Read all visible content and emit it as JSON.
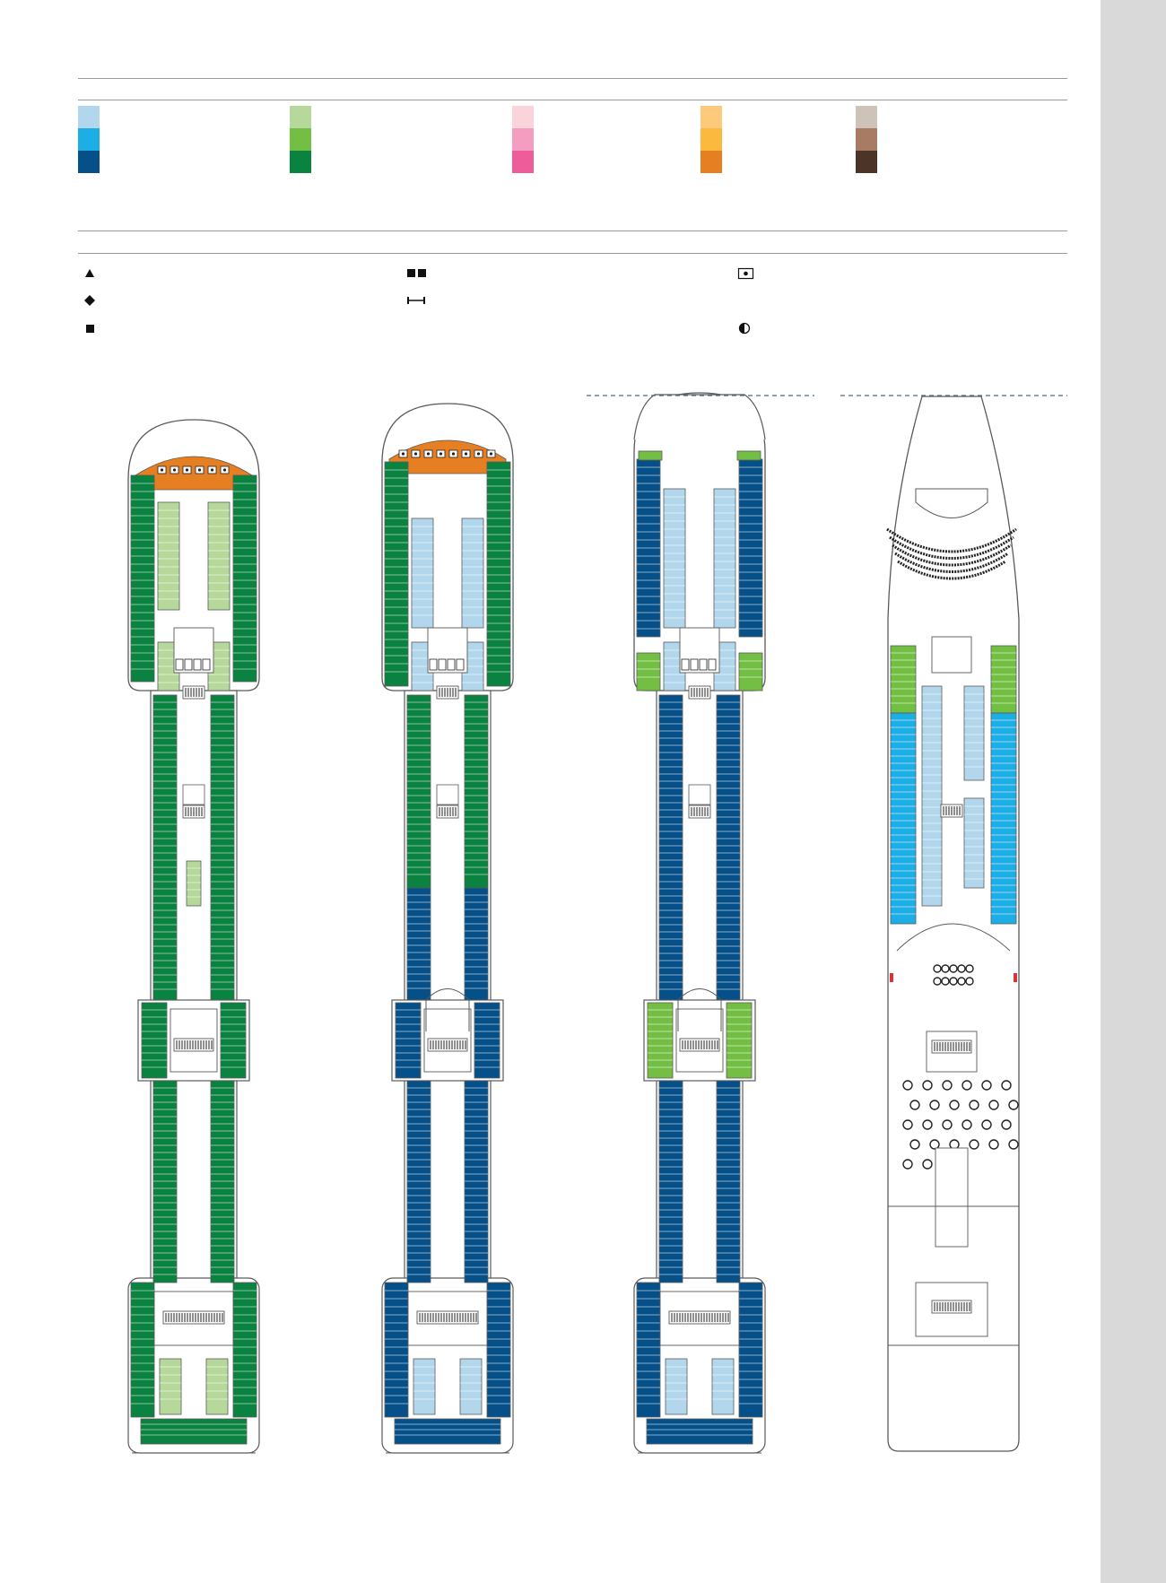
{
  "legend": {
    "category_groups": [
      {
        "group": "blue",
        "colors": [
          "#b2d7ec",
          "#1daee5",
          "#06508a"
        ]
      },
      {
        "group": "green",
        "colors": [
          "#b6d99b",
          "#72bf44",
          "#0a8240"
        ]
      },
      {
        "group": "pink",
        "colors": [
          "#fad4da",
          "#f59cc1",
          "#ee5c9a"
        ]
      },
      {
        "group": "orange",
        "colors": [
          "#fdc97b",
          "#fbb93d",
          "#e57f22"
        ]
      },
      {
        "group": "brown",
        "colors": [
          "#cdc3b8",
          "#a77b64",
          "#4c3528"
        ]
      }
    ],
    "symbols": [
      {
        "icon": "triangle-icon"
      },
      {
        "icon": "diamond-icon"
      },
      {
        "icon": "square-icon"
      },
      {
        "icon": "double-square-icon"
      },
      {
        "icon": "connecting-bar-icon"
      },
      {
        "icon": "boxed-dot-icon"
      },
      {
        "icon": "half-circle-icon"
      }
    ]
  },
  "colors": {
    "hull": "#5a5a5a",
    "interior": "#ffffff",
    "sidebar": "#d9d9da",
    "dash": "#4a6a86"
  },
  "decks": [
    {
      "deck": "deck-1",
      "cabin_colors": [
        "#0a8240",
        "#b6d99b",
        "#e57f22"
      ]
    },
    {
      "deck": "deck-2",
      "cabin_colors": [
        "#0a8240",
        "#06508a",
        "#b2d7ec",
        "#e57f22"
      ]
    },
    {
      "deck": "deck-3",
      "cabin_colors": [
        "#06508a",
        "#b2d7ec",
        "#72bf44"
      ]
    },
    {
      "deck": "deck-4",
      "cabin_colors": [
        "#72bf44",
        "#1daee5",
        "#b2d7ec"
      ]
    }
  ]
}
